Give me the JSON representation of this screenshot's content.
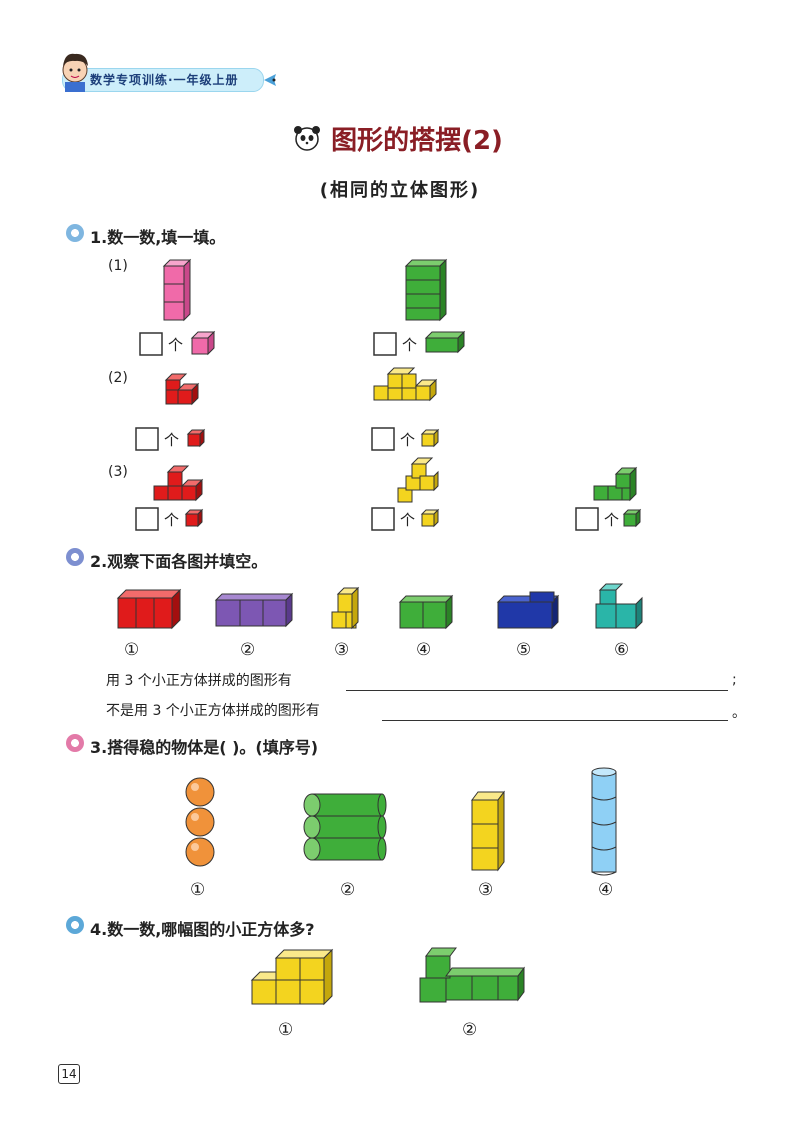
{
  "header": {
    "text": "数学专项训练·一年级上册"
  },
  "title": "图形的搭摆(2)",
  "subtitle": "(相同的立体图形)",
  "q1": {
    "title": "1.数一数,填一填。",
    "rows": [
      "(1)",
      "(2)",
      "(3)"
    ],
    "unit": "个"
  },
  "q2": {
    "title": "2.观察下面各图并填空。",
    "labels": [
      "①",
      "②",
      "③",
      "④",
      "⑤",
      "⑥"
    ],
    "line1": "用 3 个小正方体拼成的图形有",
    "line1_end": ";",
    "line2": "不是用 3 个小正方体拼成的图形有",
    "line2_end": "。"
  },
  "q3": {
    "title": "3.搭得稳的物体是(      )。(填序号)",
    "labels": [
      "①",
      "②",
      "③",
      "④"
    ]
  },
  "q4": {
    "title": "4.数一数,哪幅图的小正方体多?",
    "labels": [
      "①",
      "②"
    ]
  },
  "page_number": "14",
  "colors": {
    "pink": "#f06aa9",
    "green": "#3fae3a",
    "red": "#e01b1b",
    "yellow": "#f3d41f",
    "purple": "#7d57b3",
    "blue": "#2038a8",
    "teal": "#2ab5a8",
    "orange": "#f0923a",
    "sky": "#8fd0f5",
    "title": "#8a1e25"
  }
}
